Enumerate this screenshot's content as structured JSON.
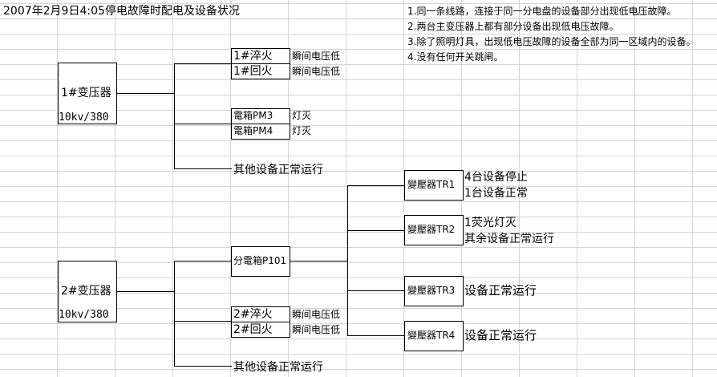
{
  "title": "2007年2月9日4:05停电故障时配电及设备状况",
  "notes": [
    "1.同一条线路，连接于同一分电盘的设备部分出现低电压故障。",
    "2.两台主变压器上都有部分设备出现低电压故障。",
    "3.除了照明灯具，出现低电压故障的设备全部为同一区域内的设备。",
    "4.没有任何开关跳闸。"
  ],
  "transformer1": {
    "name": "1#变压器",
    "spec": "10kv/380",
    "branches": {
      "quench": {
        "name": "1#淬火",
        "status": "瞬间电压低"
      },
      "temper": {
        "name": "1#回火",
        "status": "瞬间电压低"
      },
      "pm3": {
        "name": "電箱PM3",
        "status": "灯灭"
      },
      "pm4": {
        "name": "電箱PM4",
        "status": "灯灭"
      },
      "other": "其他设备正常运行"
    }
  },
  "transformer2": {
    "name": "2#变压器",
    "spec": "10kv/380",
    "panel": "分電箱P101",
    "sub_transformers": {
      "tr1": {
        "name": "變壓器TR1",
        "status": [
          "4台设备停止",
          "1台设备正常"
        ]
      },
      "tr2": {
        "name": "變壓器TR2",
        "status": [
          "1荧光灯灭",
          "其余设备正常运行"
        ]
      },
      "tr3": {
        "name": "變壓器TR3",
        "status": "设备正常运行"
      },
      "tr4": {
        "name": "變壓器TR4",
        "status": "设备正常运行"
      }
    },
    "branches": {
      "quench": {
        "name": "2#淬火",
        "status": "瞬间电压低"
      },
      "temper": {
        "name": "2#回火",
        "status": "瞬间电压低"
      },
      "other": "其他设备正常运行"
    }
  }
}
